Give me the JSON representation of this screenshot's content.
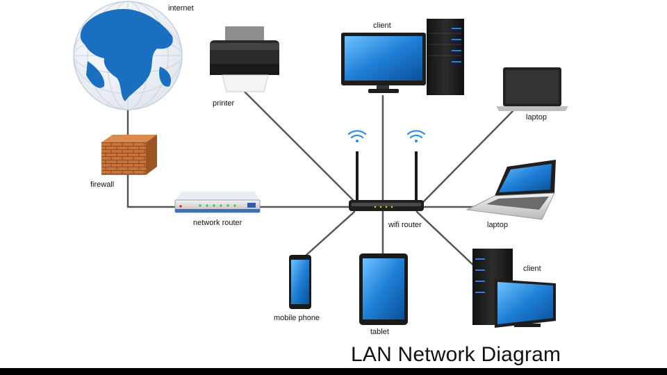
{
  "diagram": {
    "title": "LAN Network Diagram",
    "nodes": {
      "internet": "internet",
      "printer": "printer",
      "client_top": "client",
      "laptop_top": "laptop",
      "firewall": "firewall",
      "network_router": "network router",
      "wifi_router": "wifi router",
      "laptop_right": "laptop",
      "mobile_phone": "mobile phone",
      "tablet": "tablet",
      "client_bottom": "client"
    }
  },
  "colors": {
    "screen_blue": "#1f7fd6",
    "earth_blue": "#1b6fc0",
    "brick": "#c8743a",
    "cable": "#555555",
    "device_dark": "#1e1e1e"
  }
}
